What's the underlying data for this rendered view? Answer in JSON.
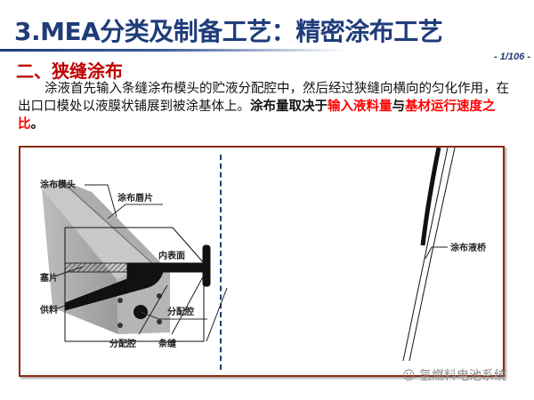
{
  "header": {
    "title": "3.MEA分类及制备工艺：精密涂布工艺",
    "page_number": "- 1/106 -"
  },
  "section": {
    "heading": "二、狭缝涂布",
    "para_1": "涂液首先输入条缝涂布模头的贮液分配腔中，然后经过狭缝向横向的匀化作用，在出口口模处以液膜状铺展到被涂基体上。",
    "para_bold_1": "涂布量取决于",
    "para_red_1": "输入液料量",
    "para_bold_2": "与",
    "para_red_2": "基材运行速度之比",
    "para_end": "。"
  },
  "figure_left": {
    "labels": [
      "涂布唇片",
      "内表面",
      "分配腔"
    ]
  },
  "figure_right": {
    "labels": [
      "涂布模头",
      "塞片",
      "供料",
      "分配腔",
      "条缝",
      "涂布液桥"
    ]
  },
  "watermark": "氢燃料电池系统"
}
